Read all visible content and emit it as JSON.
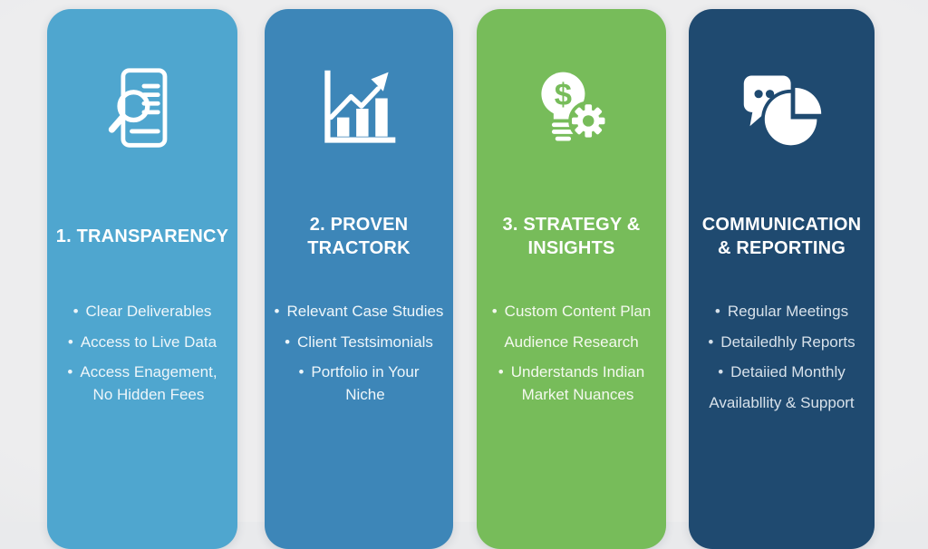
{
  "canvas": {
    "background": "#e9eaec"
  },
  "cards": [
    {
      "title": "1. TRANSPARENCY",
      "color": "#4fa6cf",
      "item_color": "#eef6fa",
      "icon": "document-search-icon",
      "items": [
        {
          "bullet": true,
          "text": "Clear Deliverables"
        },
        {
          "bullet": true,
          "text": "Access to Live Data"
        },
        {
          "bullet": true,
          "text": "Access Enagement,\nNo Hidden Fees"
        }
      ]
    },
    {
      "title": "2. PROVEN TRACTORK",
      "color": "#3d86b8",
      "item_color": "#eef6fa",
      "icon": "growth-chart-icon",
      "items": [
        {
          "bullet": true,
          "text": "Relevant Case Studies"
        },
        {
          "bullet": true,
          "text": "Client Testsimonials"
        },
        {
          "bullet": true,
          "text": "Portfolio in Your\nNiche"
        }
      ]
    },
    {
      "title": "3. STRATEGY & INSIGHTS",
      "color": "#77bc5a",
      "item_color": "#f4f9ef",
      "icon": "bulb-gear-icon",
      "items": [
        {
          "bullet": true,
          "text": "Custom Content Plan"
        },
        {
          "bullet": false,
          "text": "Audience Research"
        },
        {
          "bullet": true,
          "text": "Understands Indian\nMarket Nuances"
        }
      ]
    },
    {
      "title": "COMMUNICATION & REPORTING",
      "color": "#1f4a70",
      "item_color": "#d7e1ea",
      "icon": "chat-pie-icon",
      "items": [
        {
          "bullet": true,
          "text": "Regular Meetings"
        },
        {
          "bullet": true,
          "text": "Detailedhly Reports"
        },
        {
          "bullet": true,
          "text": "Detaiied Monthly"
        },
        {
          "bullet": false,
          "text": "Availabllity & Support"
        }
      ]
    }
  ]
}
